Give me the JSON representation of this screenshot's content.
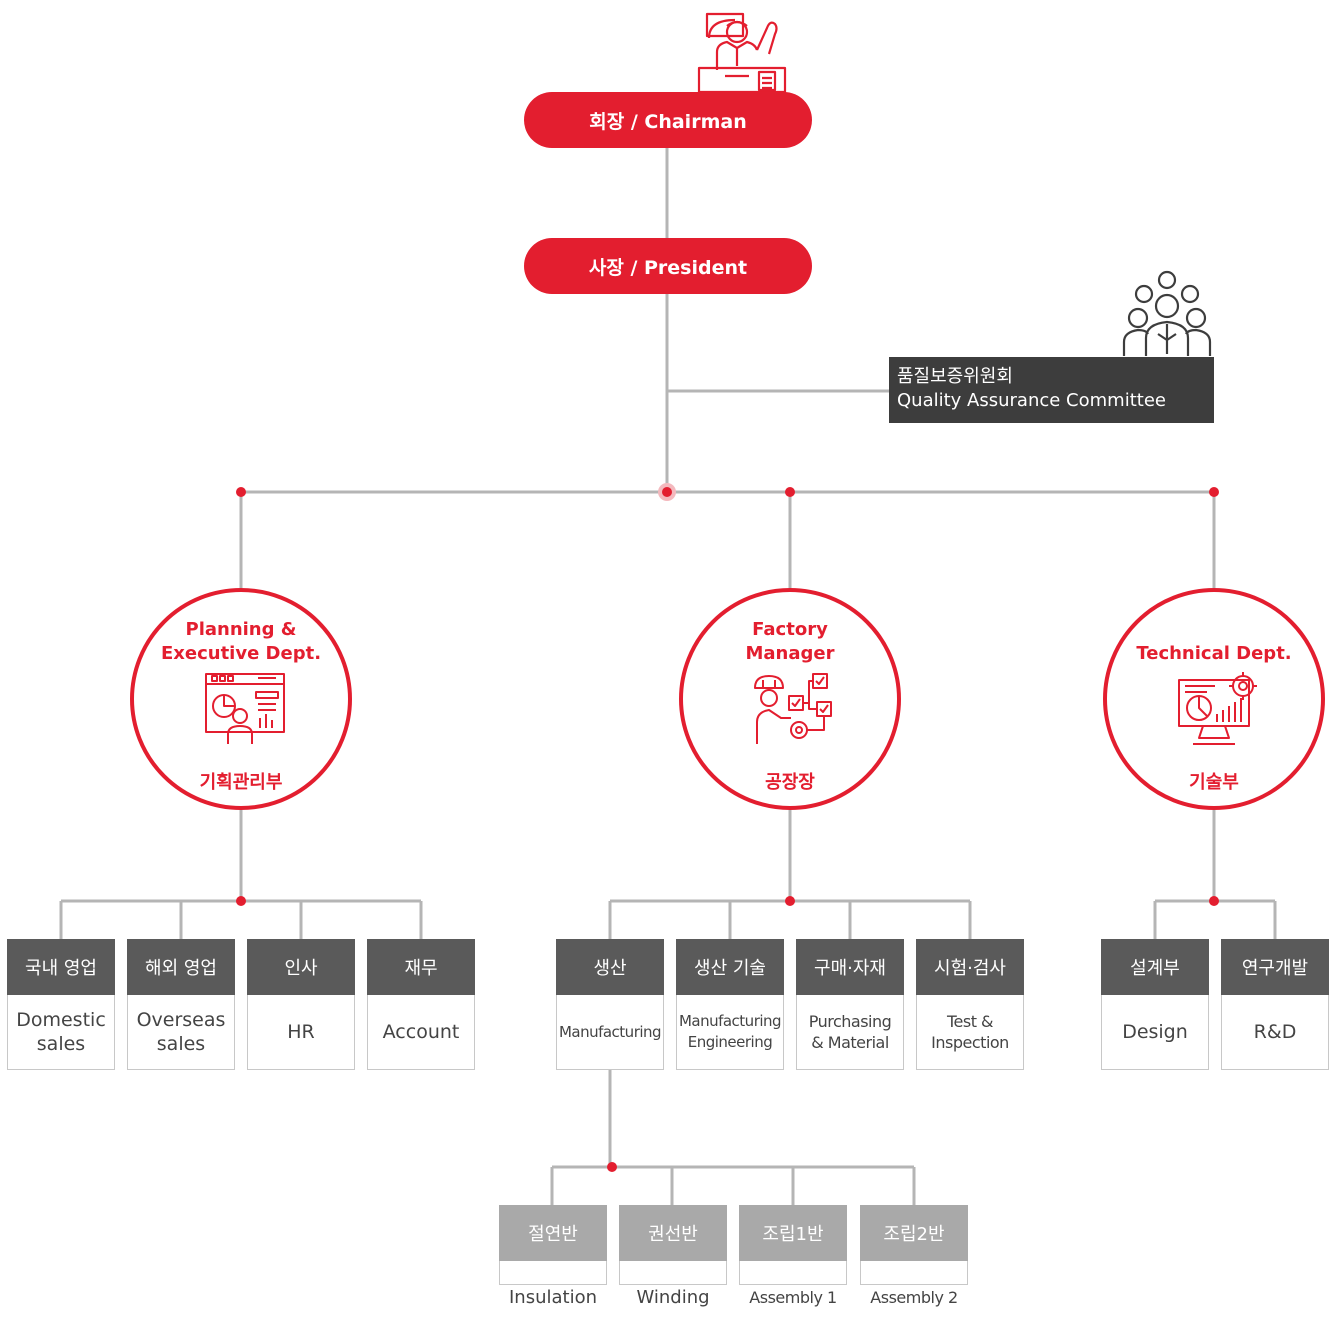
{
  "chairman": "회장 / Chairman",
  "president": "사장 / President",
  "qa": {
    "ko": "품질보증위원회",
    "en": "Quality Assurance Committee"
  },
  "departments": {
    "planning": {
      "en1": "Planning &",
      "en2": "Executive Dept.",
      "ko": "기획관리부"
    },
    "factory": {
      "en1": "Factory",
      "en2": "Manager",
      "ko": "공장장"
    },
    "technical": {
      "en1": "",
      "en2": "Technical Dept.",
      "ko": "기술부"
    }
  },
  "units": [
    {
      "ko": "국내 영업",
      "en": "Domestic sales"
    },
    {
      "ko": "해외 영업",
      "en": "Overseas sales"
    },
    {
      "ko": "인사",
      "en": "HR"
    },
    {
      "ko": "재무",
      "en": "Account"
    },
    {
      "ko": "생산",
      "en": "Manufacturing"
    },
    {
      "ko": "생산 기술",
      "en": "Manufacturing Engineering"
    },
    {
      "ko": "구매·자재",
      "en": "Purchasing & Material"
    },
    {
      "ko": "시험·검사",
      "en": "Test & Inspection"
    },
    {
      "ko": "설계부",
      "en": "Design"
    },
    {
      "ko": "연구개발",
      "en": "R&D"
    }
  ],
  "teams": [
    {
      "ko": "절연반",
      "en": "Insulation"
    },
    {
      "ko": "권선반",
      "en": "Winding"
    },
    {
      "ko": "조립1반",
      "en": "Assembly 1"
    },
    {
      "ko": "조립2반",
      "en": "Assembly 2"
    }
  ],
  "colors": {
    "accent": "#e31e2f",
    "line": "#b5b5b5",
    "dark_header": "#5a5a5a",
    "light_header": "#a9a9a9"
  },
  "icons": [
    "chairman-icon",
    "committee-icon",
    "planning-icon",
    "factory-icon",
    "technical-icon"
  ]
}
